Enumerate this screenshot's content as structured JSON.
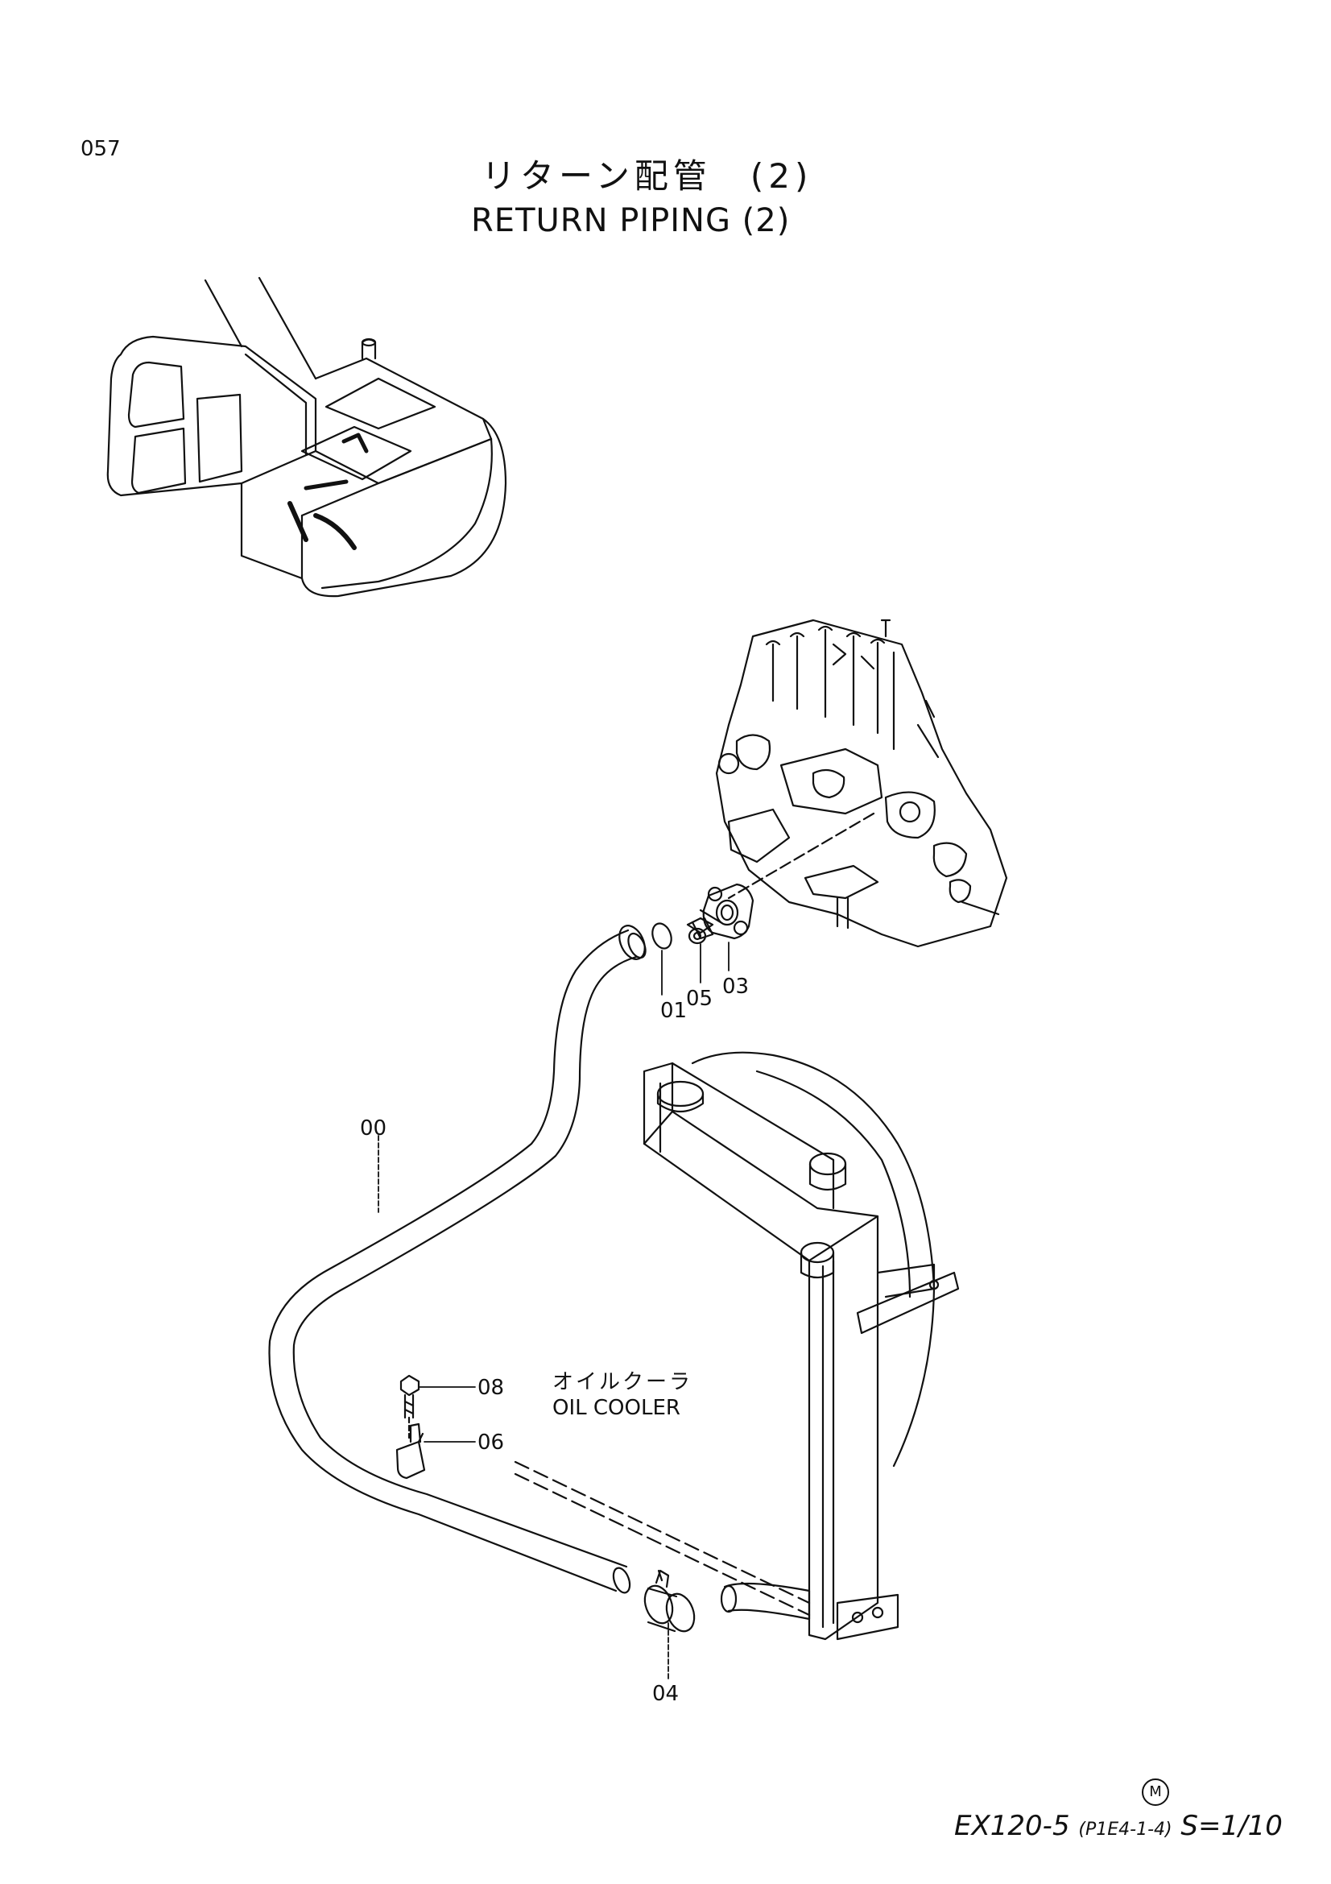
{
  "page_number": "057",
  "title_ja": "リターン配管　(2)",
  "title_en": "RETURN PIPING (2)",
  "callouts": {
    "c00": "00",
    "c01": "01",
    "c03": "03",
    "c04": "04",
    "c05": "05",
    "c06": "06",
    "c08": "08"
  },
  "oil_cooler_ja": "オイルクーラ",
  "oil_cooler_en": "OIL COOLER",
  "mark": "M",
  "footer": {
    "model": "EX120-5",
    "ref": "(P1E4-1-4)",
    "scale": "S=1/10"
  }
}
